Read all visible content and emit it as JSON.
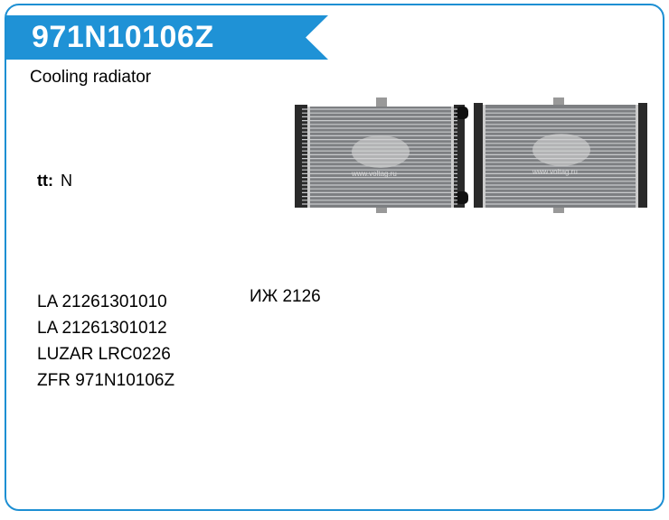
{
  "header": {
    "part_number": "971N10106Z",
    "description": "Cooling radiator"
  },
  "attributes": [
    {
      "label": "tt:",
      "value": "N"
    }
  ],
  "cross_references": [
    "LA 21261301010",
    "LA 21261301012",
    "LUZAR LRC0226",
    "ZFR 971N10106Z"
  ],
  "applications": [
    "ИЖ 2126"
  ],
  "images": {
    "watermark": "www.voltag.ru"
  },
  "colors": {
    "accent": "#1f92d6"
  }
}
